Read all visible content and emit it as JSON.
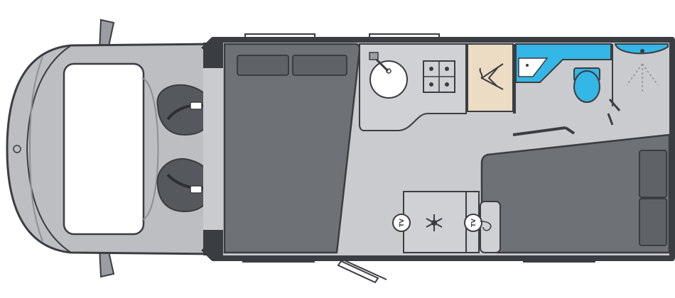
{
  "floorplan": {
    "tv_label_left": "TV",
    "tv_label_right": "TV",
    "colors": {
      "outline": "#3a3d42",
      "floor": "#c9cbce",
      "cab": "#bcbec1",
      "bed": "#6e7176",
      "bed_dark": "#5f6267",
      "counter": "#cfd1d4",
      "seat": "#55585d",
      "seat_belt_red": "#d7262d",
      "wardrobe": "#ecdcc3",
      "water_blue": "#34b6e6",
      "glass": "#ffffff"
    },
    "icons": [
      "windscreen",
      "cab-seat-icon",
      "sink-icon",
      "hob-icon",
      "hanger-icon",
      "basin-icon",
      "toilet-icon",
      "shower-icon",
      "tv-icon",
      "fridge-snowflake-icon",
      "door-icon"
    ]
  }
}
